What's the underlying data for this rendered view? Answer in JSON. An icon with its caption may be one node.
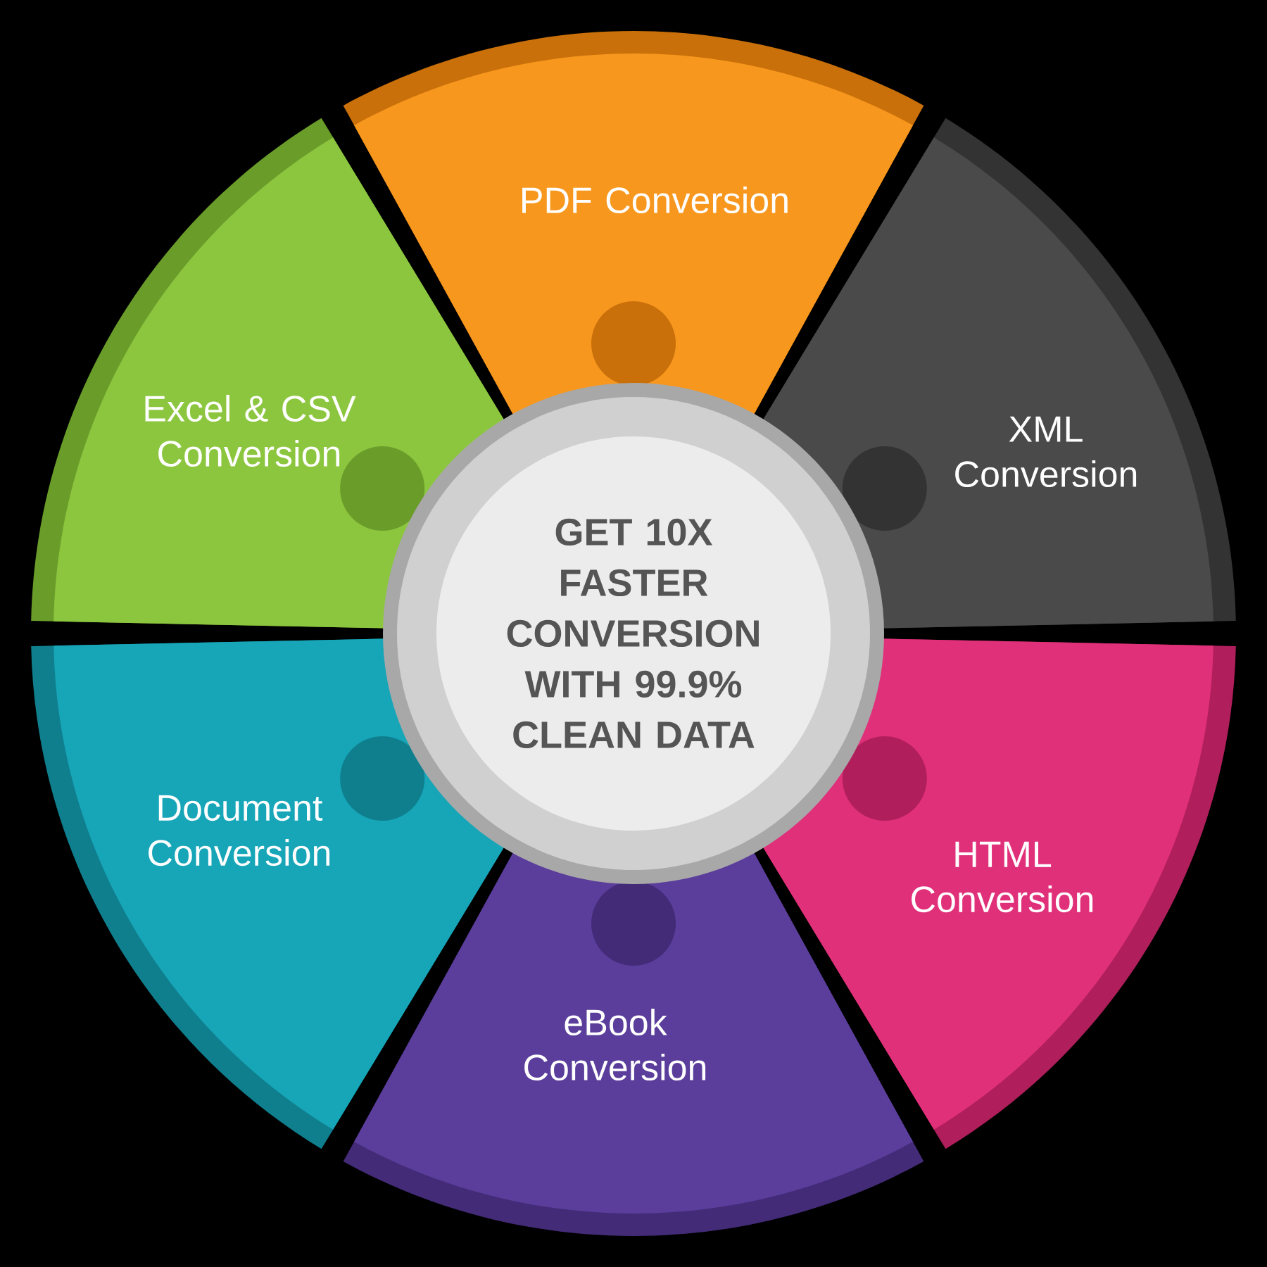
{
  "diagram": {
    "nodes": [
      {
        "text": [
          "PDF Conversion"
        ]
      },
      {
        "text": [
          "Excel & CSV Conversion"
        ]
      },
      {
        "text": [
          "XML Conversion"
        ]
      },
      {
        "text": [
          "GET 10X FASTER CONVERSION WITH 99.9% CLEAN DATA"
        ]
      },
      {
        "text": [
          "Document Conversion"
        ]
      },
      {
        "text": [
          "HTML Conversion"
        ]
      },
      {
        "text": [
          "eBook Conversion"
        ]
      }
    ]
  }
}
